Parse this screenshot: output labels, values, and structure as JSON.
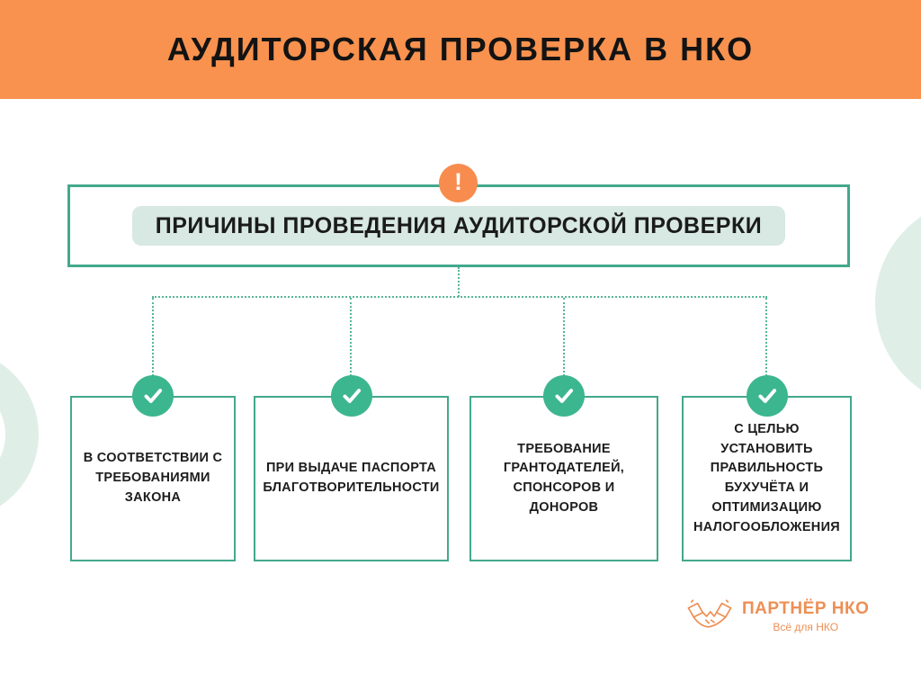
{
  "page": {
    "banner_title": "АУДИТОРСКАЯ ПРОВЕРКА В НКО"
  },
  "diagram": {
    "root": {
      "label": "ПРИЧИНЫ ПРОВЕДЕНИЯ АУДИТОРСКОЙ ПРОВЕРКИ",
      "badge_icon": "exclamation-icon",
      "badge_glyph": "!"
    },
    "branches": [
      {
        "icon": "check-icon",
        "label": "В СООТВЕТСТВИИ С\nТРЕБОВАНИЯМИ\nЗАКОНА"
      },
      {
        "icon": "check-icon",
        "label": "ПРИ ВЫДАЧЕ ПАСПОРТА\nБЛАГОТВОРИТЕЛЬНОСТИ"
      },
      {
        "icon": "check-icon",
        "label": "ТРЕБОВАНИЕ\nГРАНТОДАТЕЛЕЙ,\nСПОНСОРОВ И\nДОНОРОВ"
      },
      {
        "icon": "check-icon",
        "label": "С ЦЕЛЬЮ\nУСТАНОВИТЬ\nПРАВИЛЬНОСТЬ\nБУХУЧЁТА И\nОПТИМИЗАЦИЮ\nНАЛОГООБЛОЖЕНИЯ"
      }
    ]
  },
  "footer_logo": {
    "icon": "handshake-icon",
    "name": "ПАРТНЁР НКО",
    "tagline": "Всё для НКО"
  },
  "colors": {
    "banner_orange": "#F8924E",
    "badge_orange": "#F78C4E",
    "accent_teal_border": "#43A88C",
    "connector_teal": "#57B697",
    "check_green": "#3CB68E",
    "highlight_mint": "#D8E8E2",
    "decor_mint": "#DFEFE8",
    "logo_orange": "#ED8F55",
    "text_dark": "#1d1d1d"
  }
}
